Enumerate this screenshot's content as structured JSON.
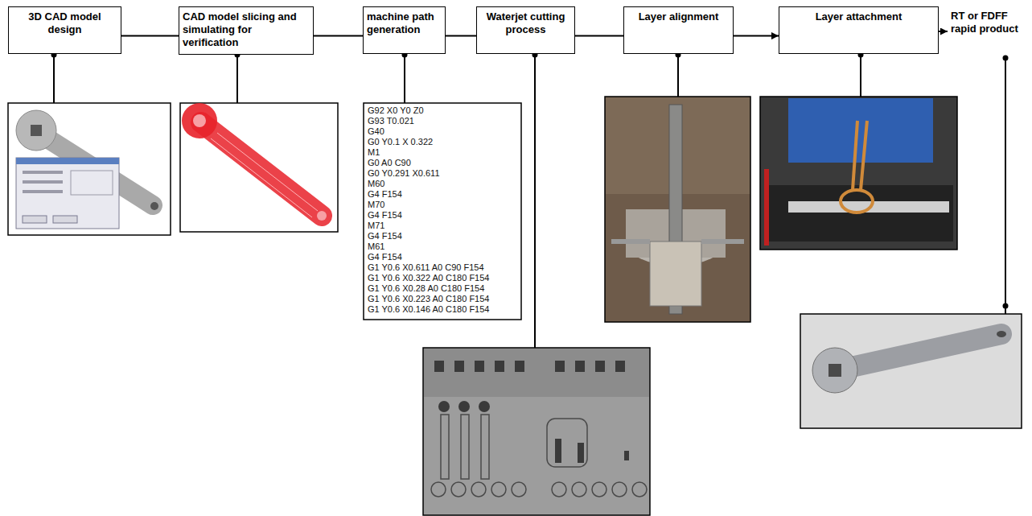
{
  "diagram": {
    "nodes": [
      {
        "text": [
          "3D CAD model design"
        ]
      },
      {
        "text": [
          "CAD model slicing and simulating for verification"
        ]
      },
      {
        "text": [
          "machine path generation"
        ]
      },
      {
        "text": [
          "Waterjet cutting process"
        ]
      },
      {
        "text": [
          "Layer alignment"
        ]
      },
      {
        "text": [
          "Layer attachment"
        ]
      },
      {
        "text": [
          "RT or FDFF rapid product"
        ]
      }
    ],
    "edges": [
      {
        "from": 0,
        "to": 1,
        "arrow": "none"
      },
      {
        "from": 1,
        "to": 2,
        "arrow": "none"
      },
      {
        "from": 2,
        "to": 3,
        "arrow": "none"
      },
      {
        "from": 3,
        "to": 4,
        "arrow": "none"
      },
      {
        "from": 4,
        "to": 5,
        "arrow": "to"
      },
      {
        "from": 5,
        "to": 6,
        "arrow": "to"
      }
    ],
    "labels": [
      "G92 X0 Y0 Z0",
      "G93 T0.021",
      "G40",
      "G0 Y0.1 X 0.322",
      "M1",
      "G0 A0 C90",
      "G0 Y0.291 X0.611",
      "M60",
      "G4 F154",
      "M70",
      "G4 F154",
      "M71",
      "G4 F154",
      "M61",
      "G4 F154",
      "G1 Y0.6 X0.611 A0 C90 F154",
      "G1 Y0.6 X0.322 A0 C180 F154",
      "G1 Y0.6 X0.28 A0 C180 F154",
      "G1 Y0.6 X0.223 A0 C180 F154",
      "G1 Y0.6 X0.146 A0 C180 F154"
    ]
  }
}
